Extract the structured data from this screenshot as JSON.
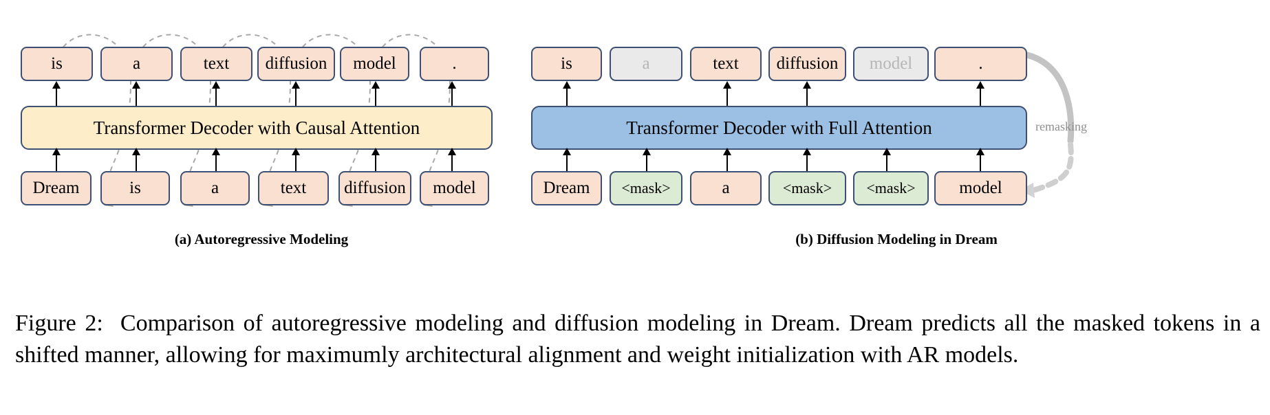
{
  "figure": {
    "caption_label": "Figure 2:",
    "caption_gap": "  ",
    "caption_text": "Comparison of autoregressive modeling and diffusion modeling in Dream. Dream predicts all the masked tokens in a shifted manner, allowing for maximumly architectural alignment and weight initialization with AR models."
  },
  "panel_a": {
    "caption": "(a) Autoregressive Modeling",
    "decoder_label": "Transformer Decoder with Causal Attention",
    "output_tokens": [
      {
        "text": "is",
        "style": "normal"
      },
      {
        "text": "a",
        "style": "normal"
      },
      {
        "text": "text",
        "style": "normal"
      },
      {
        "text": "diffusion",
        "style": "normal"
      },
      {
        "text": "model",
        "style": "normal"
      },
      {
        "text": ".",
        "style": "normal"
      }
    ],
    "input_tokens": [
      {
        "text": "Dream",
        "style": "normal"
      },
      {
        "text": "is",
        "style": "normal"
      },
      {
        "text": "a",
        "style": "normal"
      },
      {
        "text": "text",
        "style": "normal"
      },
      {
        "text": "diffusion",
        "style": "normal"
      },
      {
        "text": "model",
        "style": "normal"
      }
    ]
  },
  "panel_b": {
    "caption": "(b) Diffusion Modeling in Dream",
    "decoder_label": "Transformer Decoder with Full Attention",
    "remasking_label": "remasking",
    "output_tokens": [
      {
        "text": "is",
        "style": "normal"
      },
      {
        "text": "a",
        "style": "faded"
      },
      {
        "text": "text",
        "style": "normal"
      },
      {
        "text": "diffusion",
        "style": "normal"
      },
      {
        "text": "model",
        "style": "faded"
      },
      {
        "text": ".",
        "style": "normal"
      }
    ],
    "input_tokens": [
      {
        "text": "Dream",
        "style": "normal"
      },
      {
        "text": "<mask>",
        "style": "mask"
      },
      {
        "text": "a",
        "style": "normal"
      },
      {
        "text": "<mask>",
        "style": "mask"
      },
      {
        "text": "<mask>",
        "style": "mask"
      },
      {
        "text": "model",
        "style": "normal"
      }
    ]
  },
  "colors": {
    "token_fill": "#fae0d0",
    "mask_fill": "#dcebd4",
    "faded_fill": "#eaeaea",
    "faded_text": "#b6b6b6",
    "border": "#3d4f72",
    "causal_decoder_fill": "#fdedc9",
    "full_decoder_fill": "#9cc0e4",
    "shift_arrow": "#a8a8a8",
    "remasking_arrow": "#c0c0c0"
  }
}
